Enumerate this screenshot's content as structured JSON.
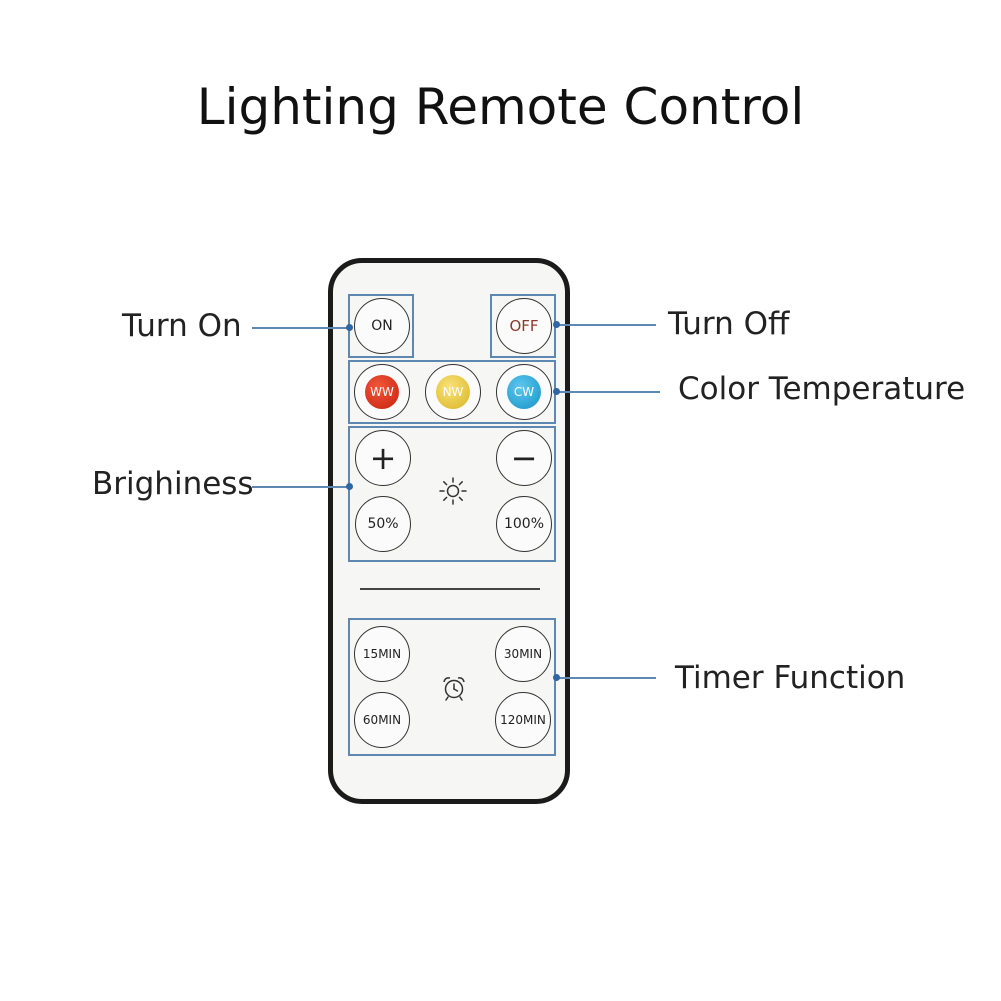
{
  "title": "Lighting Remote Control",
  "labels": {
    "turn_on": "Turn On",
    "turn_off": "Turn Off",
    "color_temperature": "Color Temperature",
    "brightness": "Brighiness",
    "timer_function": "Timer Function"
  },
  "buttons": {
    "on": "ON",
    "off": "OFF",
    "ww": "WW",
    "nw": "NW",
    "cw": "CW",
    "plus": "+",
    "minus": "−",
    "b50": "50%",
    "b100": "100%",
    "t15": "15MIN",
    "t30": "30MIN",
    "t60": "60MIN",
    "t120": "120MIN"
  },
  "colors": {
    "ww": "#d8301c",
    "nw": "#e8c732",
    "cw": "#27a8dc",
    "off_text": "#8a3a2a",
    "callout_line": "#5d88b2"
  },
  "icons": {
    "brightness": "sun-icon",
    "timer": "alarm-clock-icon"
  }
}
